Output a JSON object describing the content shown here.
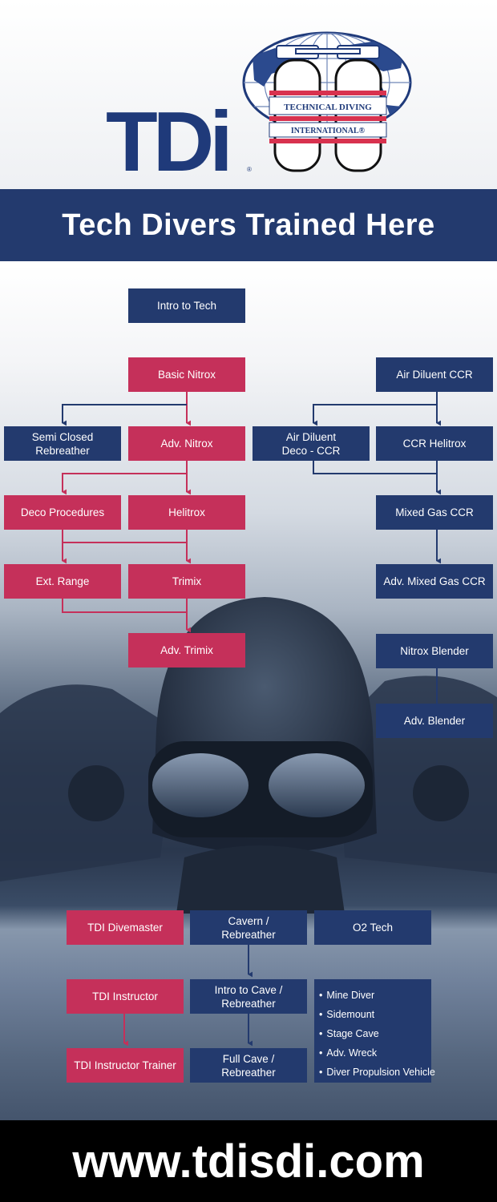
{
  "header": {
    "logo_wordmark": "TDi",
    "logo_ring_top": "TECHNICAL DIVING",
    "logo_ring_bottom": "INTERNATIONAL®",
    "registered_mark": "®"
  },
  "banner": {
    "title": "Tech Divers Trained Here"
  },
  "courses": {
    "intro_tech": "Intro to Tech",
    "basic_nitrox": "Basic Nitrox",
    "semi_closed": "Semi Closed\nRebreather",
    "adv_nitrox": "Adv. Nitrox",
    "deco_procedures": "Deco Procedures",
    "helitrox": "Helitrox",
    "ext_range": "Ext. Range",
    "trimix": "Trimix",
    "adv_trimix": "Adv. Trimix",
    "air_diluent_ccr": "Air Diluent CCR",
    "air_diluent_deco": "Air Diluent\nDeco - CCR",
    "ccr_helitrox": "CCR Helitrox",
    "mixed_gas_ccr": "Mixed Gas CCR",
    "adv_mixed_gas_ccr": "Adv. Mixed Gas CCR",
    "nitrox_blender": "Nitrox Blender",
    "adv_blender": "Adv. Blender",
    "tdi_divemaster": "TDI Divemaster",
    "tdi_instructor": "TDI Instructor",
    "tdi_instructor_trainer": "TDI Instructor Trainer",
    "cavern_rebreather": "Cavern /\nRebreather",
    "intro_cave_rebreather": "Intro to Cave /\nRebreather",
    "full_cave_rebreather": "Full Cave /\nRebreather",
    "o2_tech": "O2 Tech"
  },
  "specialties": [
    "Mine Diver",
    "Sidemount",
    "Stage Cave",
    "Adv. Wreck",
    "Diver Propulsion Vehicle"
  ],
  "footer": {
    "url": "www.tdisdi.com"
  },
  "colors": {
    "navy": "#233a6e",
    "red": "#c5305a",
    "logo_blue": "#1f3a7a",
    "logo_red": "#d8324f"
  }
}
